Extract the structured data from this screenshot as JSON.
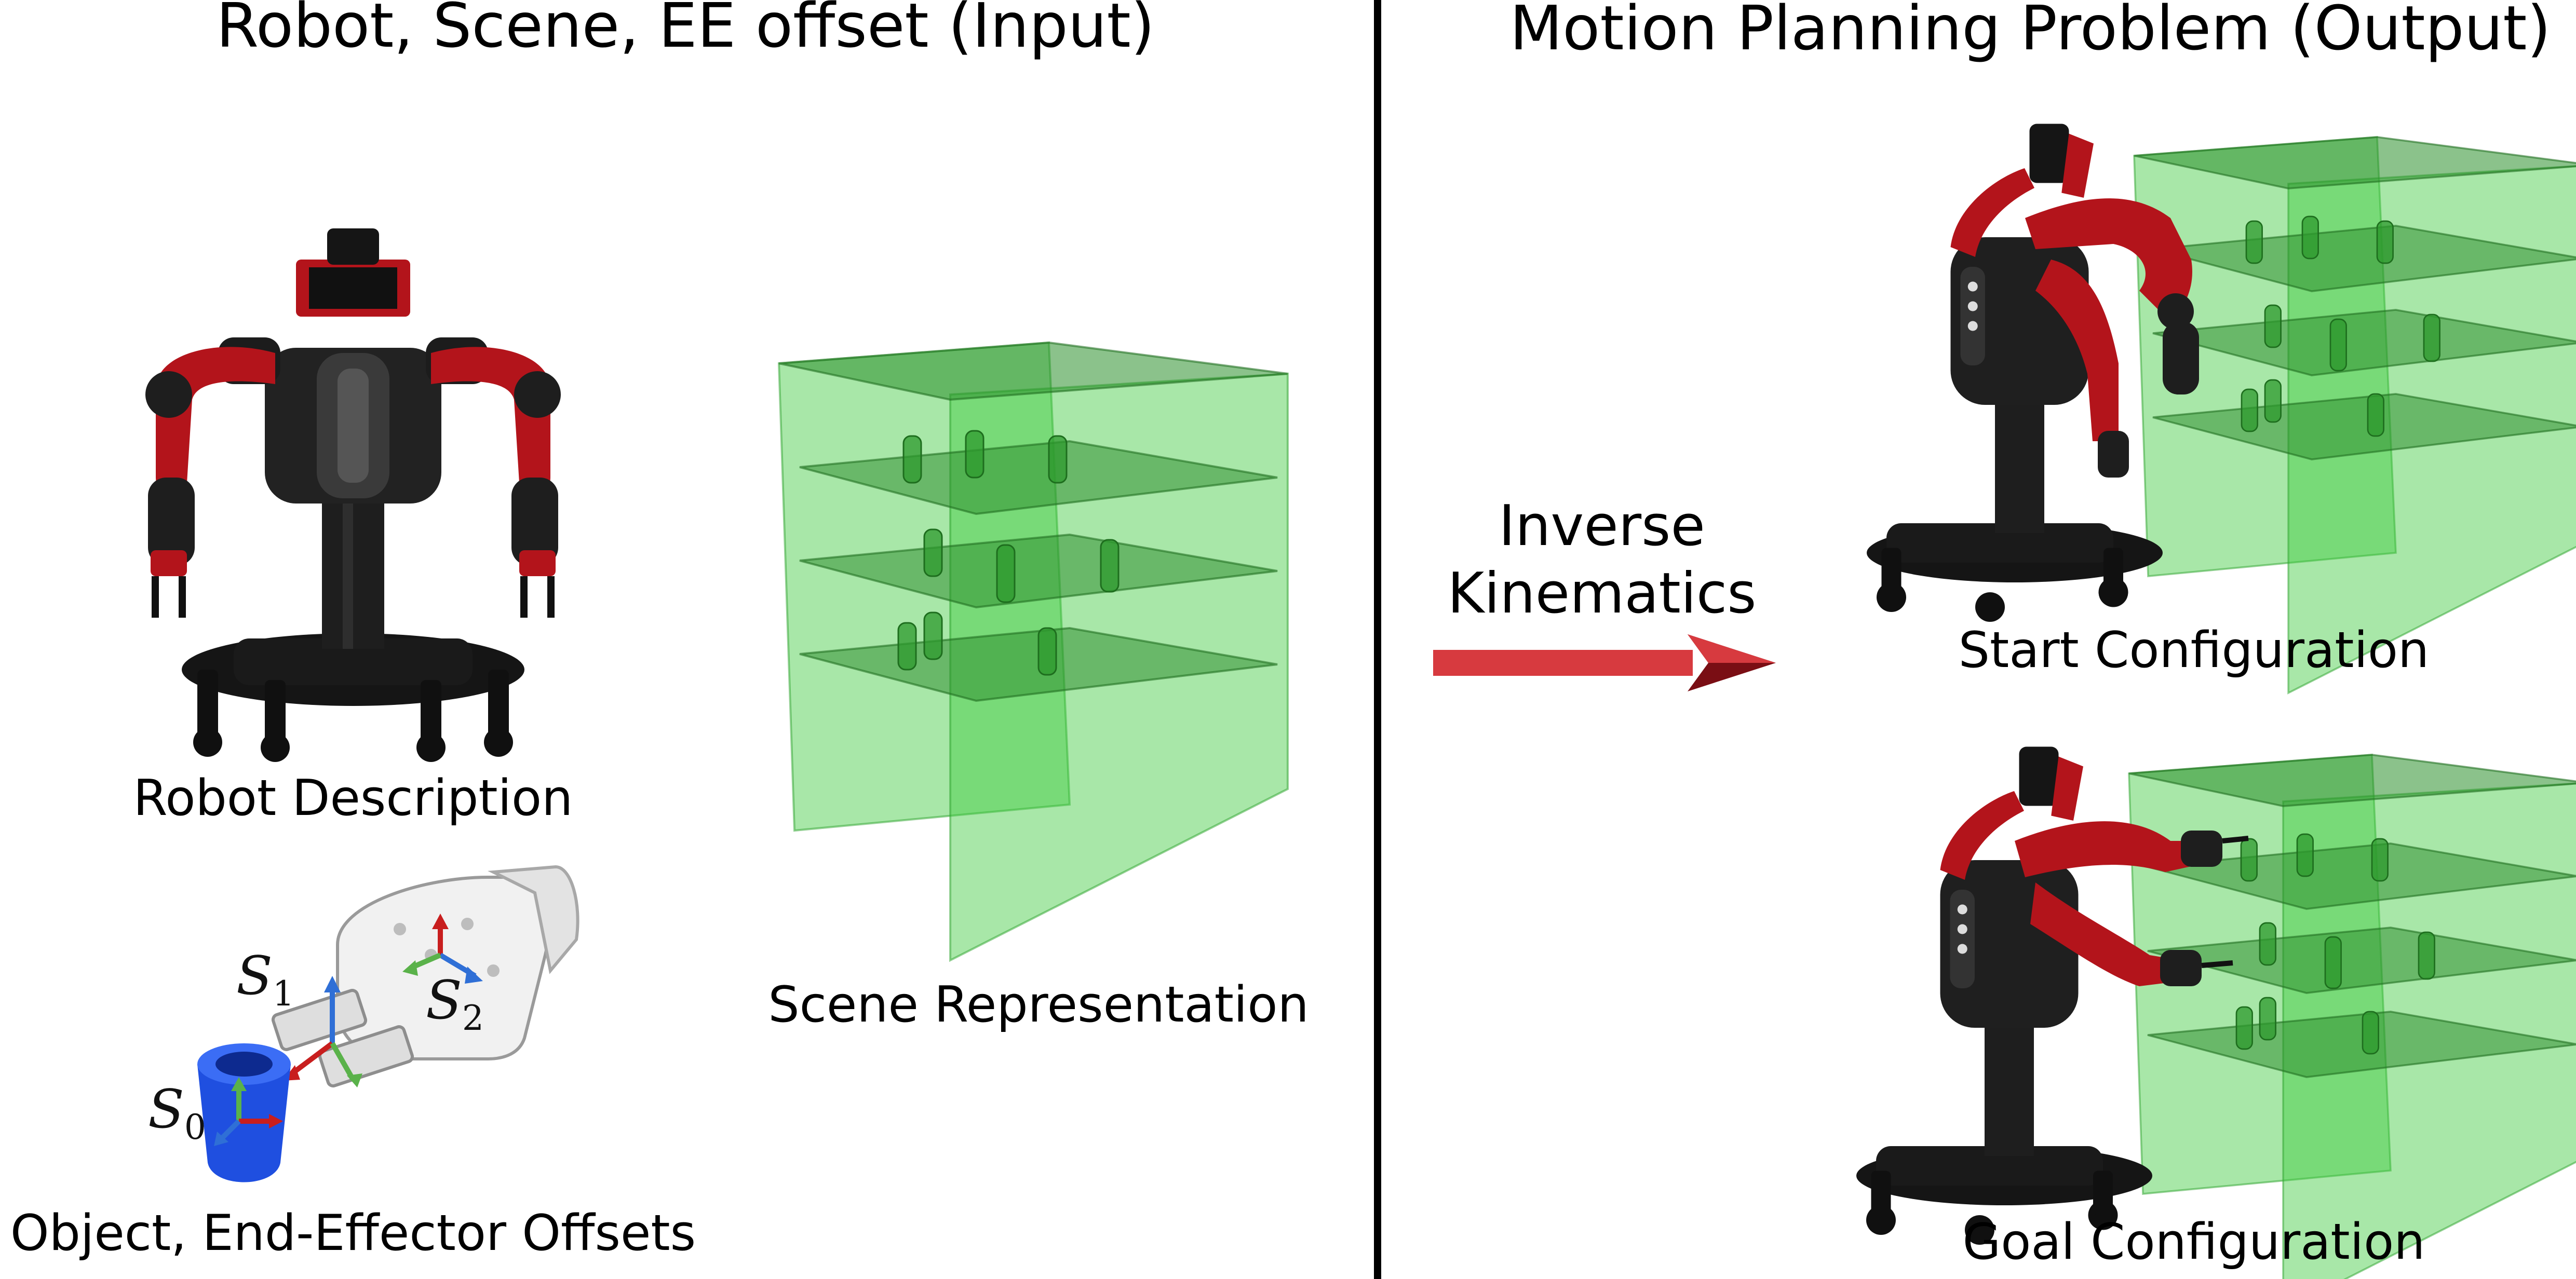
{
  "titles": {
    "input": "Robot, Scene, EE offset (Input)",
    "output": "Motion Planning Problem (Output)"
  },
  "captions": {
    "robot_description": "Robot Description",
    "offsets": "Object, End-Effector Offsets",
    "scene_representation": "Scene Representation",
    "start_configuration": "Start Configuration",
    "goal_configuration": "Goal Configuration"
  },
  "arrow": {
    "line1": "Inverse",
    "line2": "Kinematics"
  },
  "frames": {
    "s0": {
      "symbol": "S",
      "subscript": "0"
    },
    "s1": {
      "symbol": "S",
      "subscript": "1"
    },
    "s2": {
      "symbol": "S",
      "subscript": "2"
    }
  },
  "colors": {
    "robot_red": "#b3141b",
    "robot_black": "#1c1c1c",
    "scene_green": "#3fc93f",
    "arrow_red": "#d73a3f",
    "object_blue": "#1f4fe0",
    "divider": "#000000"
  }
}
